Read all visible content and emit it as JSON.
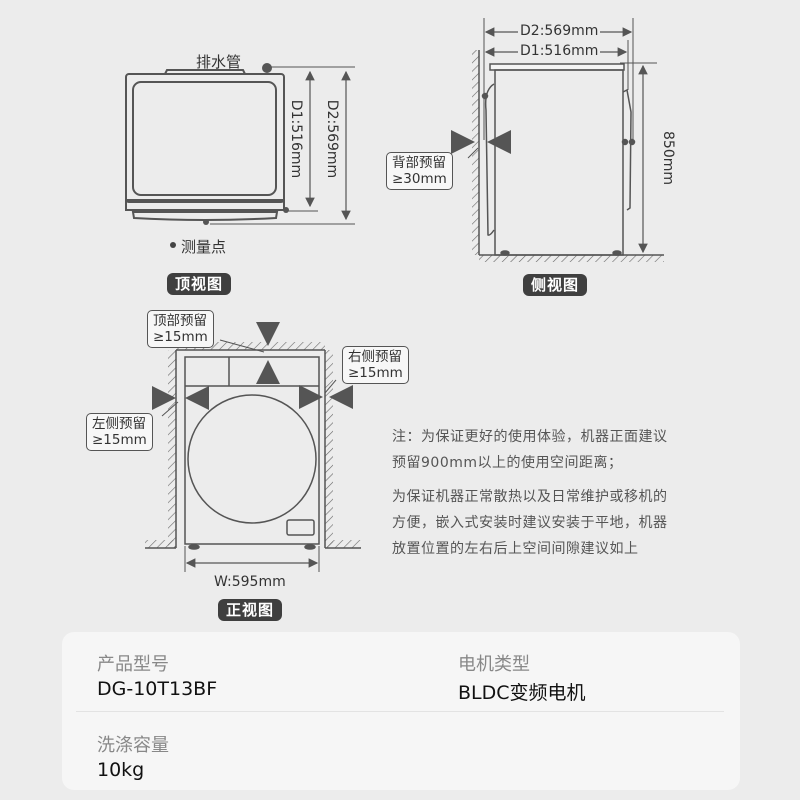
{
  "top_view": {
    "title": "顶视图",
    "drain_label": "排水管",
    "d1_label": "D1:516mm",
    "d2_label": "D2:569mm",
    "legend_label": "测量点"
  },
  "side_view": {
    "title": "侧视图",
    "d2_label": "D2:569mm",
    "d1_label": "D1:516mm",
    "height_label": "850mm",
    "back_clearance_title": "背部预留",
    "back_clearance_value": "≥30mm"
  },
  "front_view": {
    "title": "正视图",
    "width_label": "W:595mm",
    "top_clearance_title": "顶部预留",
    "top_clearance_value": "≥15mm",
    "right_clearance_title": "右侧预留",
    "right_clearance_value": "≥15mm",
    "left_clearance_title": "左侧预留",
    "left_clearance_value": "≥15mm"
  },
  "notes": {
    "note1_line1": "注：为保证更好的使用体验，机器正面建议",
    "note1_line2": "预留900mm以上的使用空间距离；",
    "note2_line1": "为保证机器正常散热以及日常维护或移机的",
    "note2_line2": "方便，嵌入式安装时建议安装于平地，机器",
    "note2_line3": "放置位置的左右后上空间间隙建议如上"
  },
  "specs": [
    {
      "label": "产品型号",
      "value": "DG-10T13BF"
    },
    {
      "label": "电机类型",
      "value": "BLDC变频电机"
    },
    {
      "label": "洗涤容量",
      "value": "10kg"
    }
  ],
  "colors": {
    "background": "#ececec",
    "line": "#555555",
    "pill": "#3f3f3f",
    "card": "#f6f6f6"
  }
}
